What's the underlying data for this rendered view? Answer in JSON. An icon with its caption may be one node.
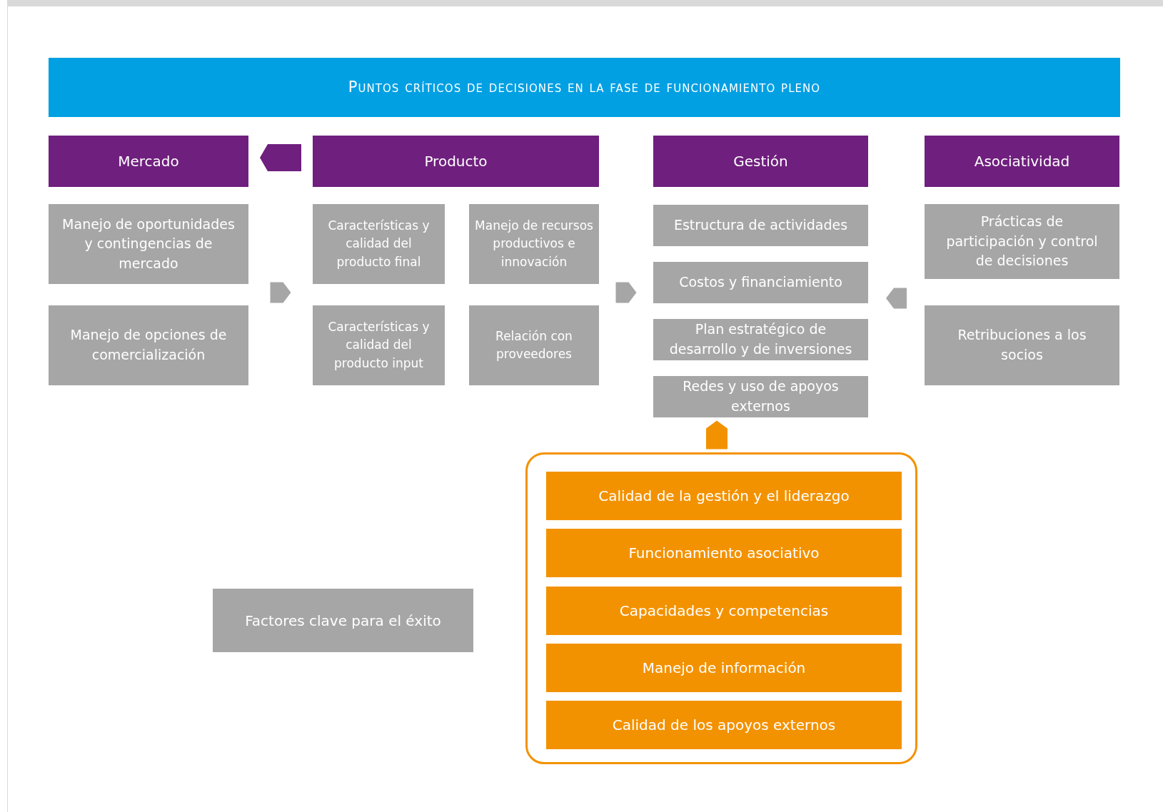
{
  "diagram": {
    "title": "Puntos críticos de decisiones en la fase de funcionamiento pleno",
    "nodes": [
      {
        "text": [
          "Mercado"
        ]
      },
      {
        "text": [
          "Producto"
        ]
      },
      {
        "text": [
          "Gestión"
        ]
      },
      {
        "text": [
          "Asociatividad"
        ]
      },
      {
        "text": [
          "Manejo de oportunidades y contingencias de mercado"
        ]
      },
      {
        "text": [
          "Características y calidad del producto final"
        ]
      },
      {
        "text": [
          "Manejo de recursos productivos e innovación"
        ]
      },
      {
        "text": [
          "Estructura de actividades"
        ]
      },
      {
        "text": [
          "Prácticas de participación y control de decisiones"
        ]
      },
      {
        "text": [
          "Costos y financiamiento"
        ]
      },
      {
        "text": [
          "Manejo de opciones de comercialización"
        ]
      },
      {
        "text": [
          "Características y calidad del producto input"
        ]
      },
      {
        "text": [
          "Relación con proveedores"
        ]
      },
      {
        "text": [
          "Plan estratégico de desarrollo y de inversiones"
        ]
      },
      {
        "text": [
          "Retribuciones a los socios"
        ]
      },
      {
        "text": [
          "Redes y uso de apoyos externos"
        ]
      },
      {
        "text": [],
        "shape": "box"
      },
      {
        "text": [
          "Calidad de la gestión y el liderazgo"
        ],
        "in": 16
      },
      {
        "text": [
          "Funcionamiento asociativo"
        ],
        "in": 16
      },
      {
        "text": [
          "Capacidades y competencias"
        ],
        "in": 16
      },
      {
        "text": [
          "Manejo de información"
        ],
        "in": 16
      },
      {
        "text": [
          "Calidad de los apoyos externos"
        ],
        "in": 16
      },
      {
        "text": [
          "Factores clave para el éxito"
        ]
      }
    ],
    "edges": [
      {
        "from": 1,
        "to": 0,
        "arrow": "to",
        "color": "#6f1f7e"
      },
      {
        "from": 4,
        "to": 5,
        "arrow": "to"
      },
      {
        "from": 6,
        "to": 9,
        "arrow": "to"
      },
      {
        "from": 8,
        "to": 9,
        "arrow": "to"
      },
      {
        "from": 16,
        "to": 15,
        "arrow": "to",
        "color": "#f39200"
      }
    ]
  }
}
